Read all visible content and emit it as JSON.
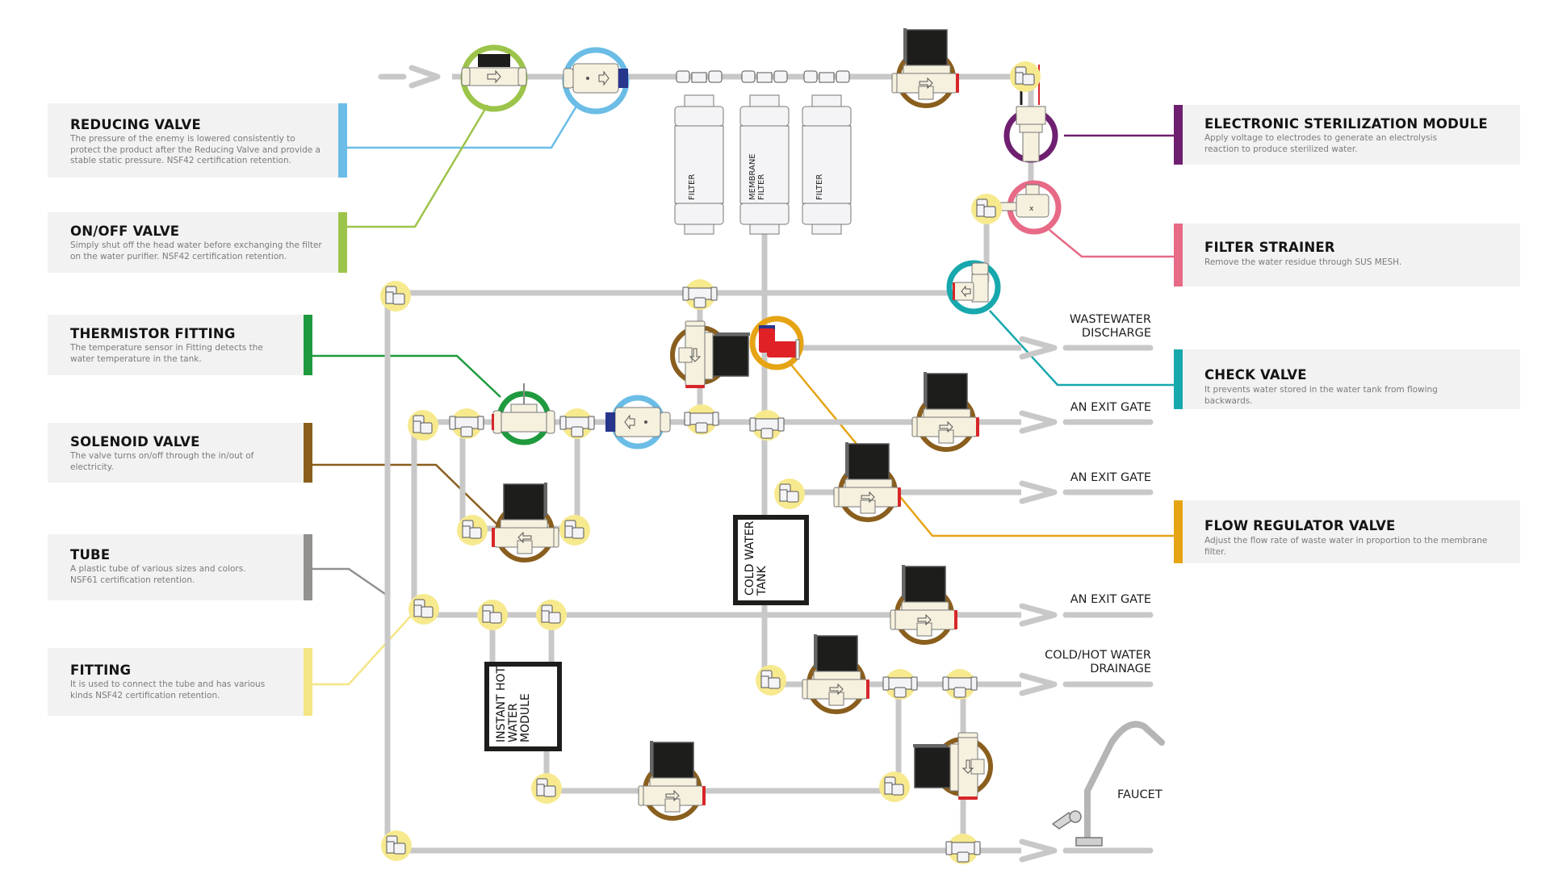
{
  "diagram_title": "Water purifier flow diagram",
  "colors": {
    "pipe": "#c9c8c8",
    "fitting_highlight": "#f7e98e",
    "reducing_valve": "#6bbde6",
    "on_off_valve": "#9dc44a",
    "thermistor_fitting": "#1f9a3e",
    "solenoid_valve": "#8a5e1d",
    "tube": "#939090",
    "fitting": "#f4e685",
    "electronic_sterilization_module": "#6e1f6f",
    "filter_strainer": "#e76a86",
    "check_valve": "#17a8ad",
    "flow_regulator_valve": "#e6a415",
    "component_body": "#f6f1de",
    "solenoid_coil": "#1d1d1b",
    "port_red": "#d8262a",
    "port_blue": "#27358c",
    "flow_regulator_body": "#e02126"
  },
  "left_labels": [
    {
      "key": "reducing_valve",
      "title": "REDUCING VALVE",
      "description": "The pressure of the enemy is lowered consistently to protect the product after the Reducing Valve and provide a stable static pressure. NSF42 certification retention."
    },
    {
      "key": "on_off_valve",
      "title": "ON/OFF VALVE",
      "description": "Simply shut off the head water before exchanging the filter on the water purifier. NSF42 certification retention."
    },
    {
      "key": "thermistor_fitting",
      "title": "THERMISTOR FITTING",
      "description": "The temperature sensor in Fitting detects the water temperature in the tank."
    },
    {
      "key": "solenoid_valve",
      "title": "SOLENOID VALVE",
      "description": "The valve turns on/off through the in/out of electricity."
    },
    {
      "key": "tube",
      "title": "TUBE",
      "description": "A plastic tube of various sizes and colors. NSF61 certification retention."
    },
    {
      "key": "fitting",
      "title": "FITTING",
      "description": "It is used to connect the tube and has various kinds NSF42 certification retention."
    }
  ],
  "right_labels": [
    {
      "key": "electronic_sterilization_module",
      "title": "ELECTRONIC STERILIZATION MODULE",
      "description": "Apply voltage to electrodes to generate an electrolysis reaction to produce sterilized water."
    },
    {
      "key": "filter_strainer",
      "title": "FILTER STRAINER",
      "description": "Remove the water residue through SUS MESH."
    },
    {
      "key": "check_valve",
      "title": "CHECK VALVE",
      "description": "It prevents water stored in the water tank from flowing backwards."
    },
    {
      "key": "flow_regulator_valve",
      "title": "FLOW REGULATOR VALVE",
      "description": "Adjust the flow rate of waste water in proportion to the membrane filter."
    }
  ],
  "filters": [
    {
      "label": "FILTER"
    },
    {
      "label": "MEMBRANE FILTER"
    },
    {
      "label": "FILTER"
    }
  ],
  "outputs": {
    "wastewater": "WASTEWATER\nDISCHARGE",
    "exit_gate_1": "AN EXIT GATE",
    "exit_gate_2": "AN EXIT GATE",
    "exit_gate_3": "AN EXIT GATE",
    "drainage": "COLD/HOT WATER\nDRAINAGE",
    "faucet": "FAUCET"
  },
  "modules": {
    "cold_tank": "COLD WATER\nTANK",
    "hot_module": "INSTANT HOT\nWATER\nMODULE"
  }
}
